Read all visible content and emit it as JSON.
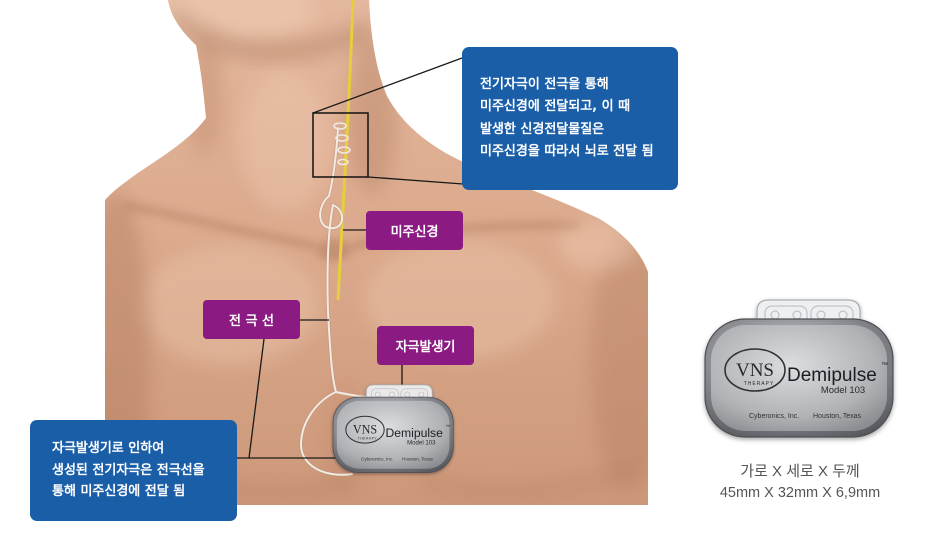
{
  "callouts": {
    "top_right": {
      "lines": [
        "전기자극이 전극을 통해",
        "미주신경에 전달되고, 이 때",
        "발생한 신경전달물질은",
        "미주신경을 따라서 뇌로 전달 됨"
      ]
    },
    "bottom_left": {
      "lines": [
        "자극발생기로 인하여",
        "생성된 전기자극은 전극선을",
        "통해 미주신경에 전달 됨"
      ]
    }
  },
  "labels": {
    "vagus_nerve": "미주신경",
    "lead_wire": "전 극 선",
    "pulse_generator": "자극발생기"
  },
  "device": {
    "logo": "VNS",
    "logo_sub": "THERAPY",
    "brand": "Demipulse",
    "trademark": "™",
    "model": "Model 103",
    "maker": "Cyberonics, Inc.",
    "location": "Houston, Texas"
  },
  "dimensions": {
    "caption": "가로 X 세로 X 두께",
    "values": "45mm X 32mm X 6,9mm"
  },
  "colors": {
    "callout_blue": "#1b5ea8",
    "label_purple": "#8b1a82",
    "nerve_yellow": "#e6cf3c",
    "caption_gray": "#555555"
  }
}
